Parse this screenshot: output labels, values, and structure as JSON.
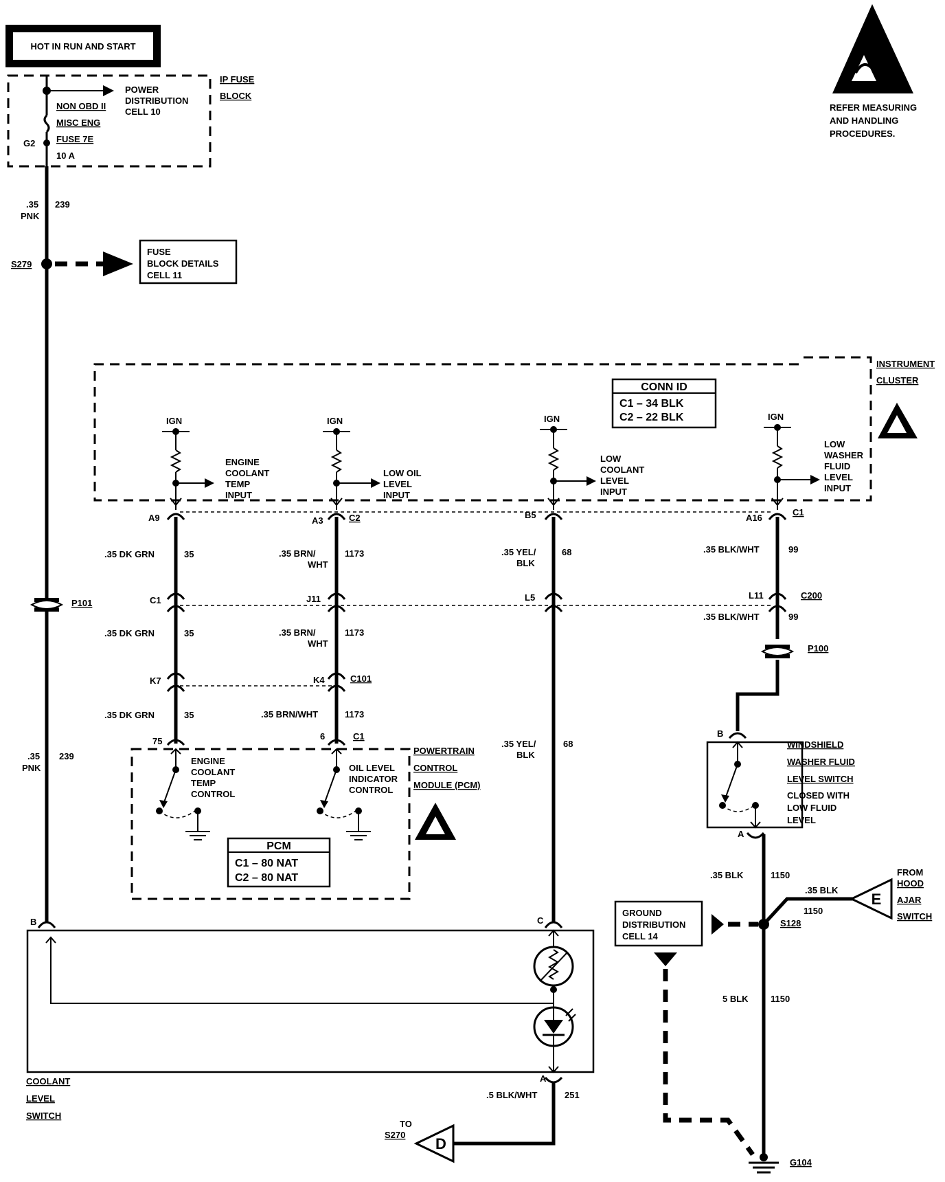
{
  "header": {
    "hot_label": "HOT IN RUN AND START",
    "esd_warning": [
      "REFER MEASURING",
      "AND HANDLING",
      "PROCEDURES."
    ]
  },
  "fuse_block": {
    "title": [
      "IP FUSE",
      "BLOCK"
    ],
    "power_dist": [
      "POWER",
      "DISTRIBUTION",
      "CELL 10"
    ],
    "fuse_name": [
      "NON OBD II",
      "MISC ENG",
      "FUSE 7E"
    ],
    "fuse_rating": "10 A",
    "terminal": "G2"
  },
  "left_circuit": {
    "wire_gauge": ".35",
    "wire_color": "PNK",
    "circuit": "239",
    "splice": "S279",
    "fuse_details": [
      "FUSE",
      "BLOCK DETAILS",
      "CELL 11"
    ],
    "passthrough": "P101"
  },
  "instrument_cluster": {
    "title": [
      "INSTRUMENT",
      "CLUSTER"
    ],
    "conn_id": {
      "title": "CONN ID",
      "rows": [
        "C1  –  34 BLK",
        "C2  –  22 BLK"
      ]
    },
    "ign_label": "IGN",
    "inputs": [
      {
        "label": [
          "ENGINE",
          "COOLANT",
          "TEMP",
          "INPUT"
        ],
        "pin": "A9"
      },
      {
        "label": [
          "LOW OIL",
          "LEVEL",
          "INPUT"
        ],
        "pin": "A3",
        "conn": "C2"
      },
      {
        "label": [
          "LOW",
          "COOLANT",
          "LEVEL",
          "INPUT"
        ],
        "pin": "B5"
      },
      {
        "label": [
          "LOW",
          "WASHER",
          "FLUID",
          "LEVEL",
          "INPUT"
        ],
        "pin": "A16",
        "conn": "C1"
      }
    ]
  },
  "wires": {
    "dk_grn": ".35 DK GRN",
    "c35": "35",
    "brn_wht_a": ".35 BRN/",
    "brn_wht_b": "WHT",
    "brn_wht": ".35 BRN/WHT",
    "c1173": "1173",
    "yel_blk_a": ".35 YEL/",
    "yel_blk_b": "BLK",
    "c68": "68",
    "blk_wht": ".35 BLK/WHT",
    "c99": "99",
    "blk_35": ".35 BLK",
    "c1150": "1150",
    "blk_5": "5 BLK",
    "blk_wht_5": ".5 BLK/WHT",
    "c251": "251"
  },
  "connectors": {
    "c200": {
      "name": "C200",
      "pins": [
        "C1",
        "J11",
        "L5",
        "L11"
      ]
    },
    "c101": {
      "name": "C101",
      "pins": [
        "K7",
        "K4"
      ]
    },
    "p100": "P100",
    "pcm_pins": [
      "75",
      "6"
    ],
    "pcm_conn": "C1"
  },
  "pcm": {
    "title": [
      "POWERTRAIN",
      "CONTROL",
      "MODULE (PCM)"
    ],
    "ect": [
      "ENGINE",
      "COOLANT",
      "TEMP",
      "CONTROL"
    ],
    "oil": [
      "OIL LEVEL",
      "INDICATOR",
      "CONTROL"
    ],
    "table": {
      "title": "PCM",
      "rows": [
        "C1  –  80 NAT",
        "C2  –  80 NAT"
      ]
    }
  },
  "washer_switch": {
    "label": [
      "WINDSHIELD",
      "WASHER FLUID",
      "LEVEL SWITCH",
      "CLOSED WITH",
      "LOW FLUID",
      "LEVEL"
    ],
    "pin_top": "B",
    "pin_bottom": "A"
  },
  "coolant_switch": {
    "label": [
      "COOLANT",
      "LEVEL",
      "SWITCH"
    ],
    "pin_b": "B",
    "pin_c": "C",
    "pin_a": "A"
  },
  "ground": {
    "splice": "S128",
    "dist": [
      "GROUND",
      "DISTRIBUTION",
      "CELL 14"
    ],
    "hood": [
      "FROM",
      "HOOD",
      "AJAR",
      "SWITCH"
    ],
    "hood_letter": "E",
    "to_d": [
      "TO",
      "S270"
    ],
    "d_letter": "D",
    "g104": "G104"
  }
}
